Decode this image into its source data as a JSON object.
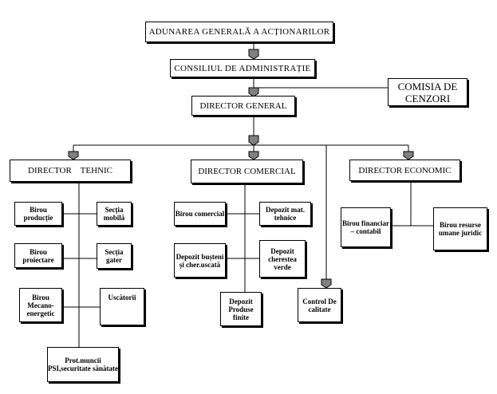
{
  "nodes": {
    "adunarea": "ADUNAREA GENERALĂ A ACȚIONARILOR",
    "consiliul": "CONSILIUL DE ADMINISTRAȚIE",
    "comisia": "COMISIA DE CENZORI",
    "director_general": "DIRECTOR GENERAL",
    "director_tehnic": "DIRECTOR    TEHNIC",
    "director_comercial": "DIRECTOR COMERCIAL",
    "director_economic": "DIRECTOR ECONOMIC",
    "birou_productie": "Birou producție",
    "sectia_mobila": "Secția mobilă",
    "birou_proiectare": "Birou proiectare",
    "sectia_gater": "Secția gater",
    "birou_mecano": "Birou Mecano-energetic",
    "uscatorii": "Uscătorii",
    "prot_muncii": "Prot.muncii PSI,securitate sănătate",
    "birou_comercial": "Birou comercial",
    "depozit_mat": "Depozit mat. tehnice",
    "depozit_busteni": "Depozit bușteni și cher.uscată",
    "depozit_cherestea": "Depozit cherestea verde",
    "depozit_produse": "Depozit Produse finite",
    "control_calitate": "Control De calitate",
    "birou_financiar": "Birou financiar – contabil",
    "birou_resurse": "Birou resurse umane juridic"
  },
  "colors": {
    "line": "#000000",
    "connector_fill": "#808080",
    "box_border": "#000000",
    "background": "#ffffff"
  }
}
